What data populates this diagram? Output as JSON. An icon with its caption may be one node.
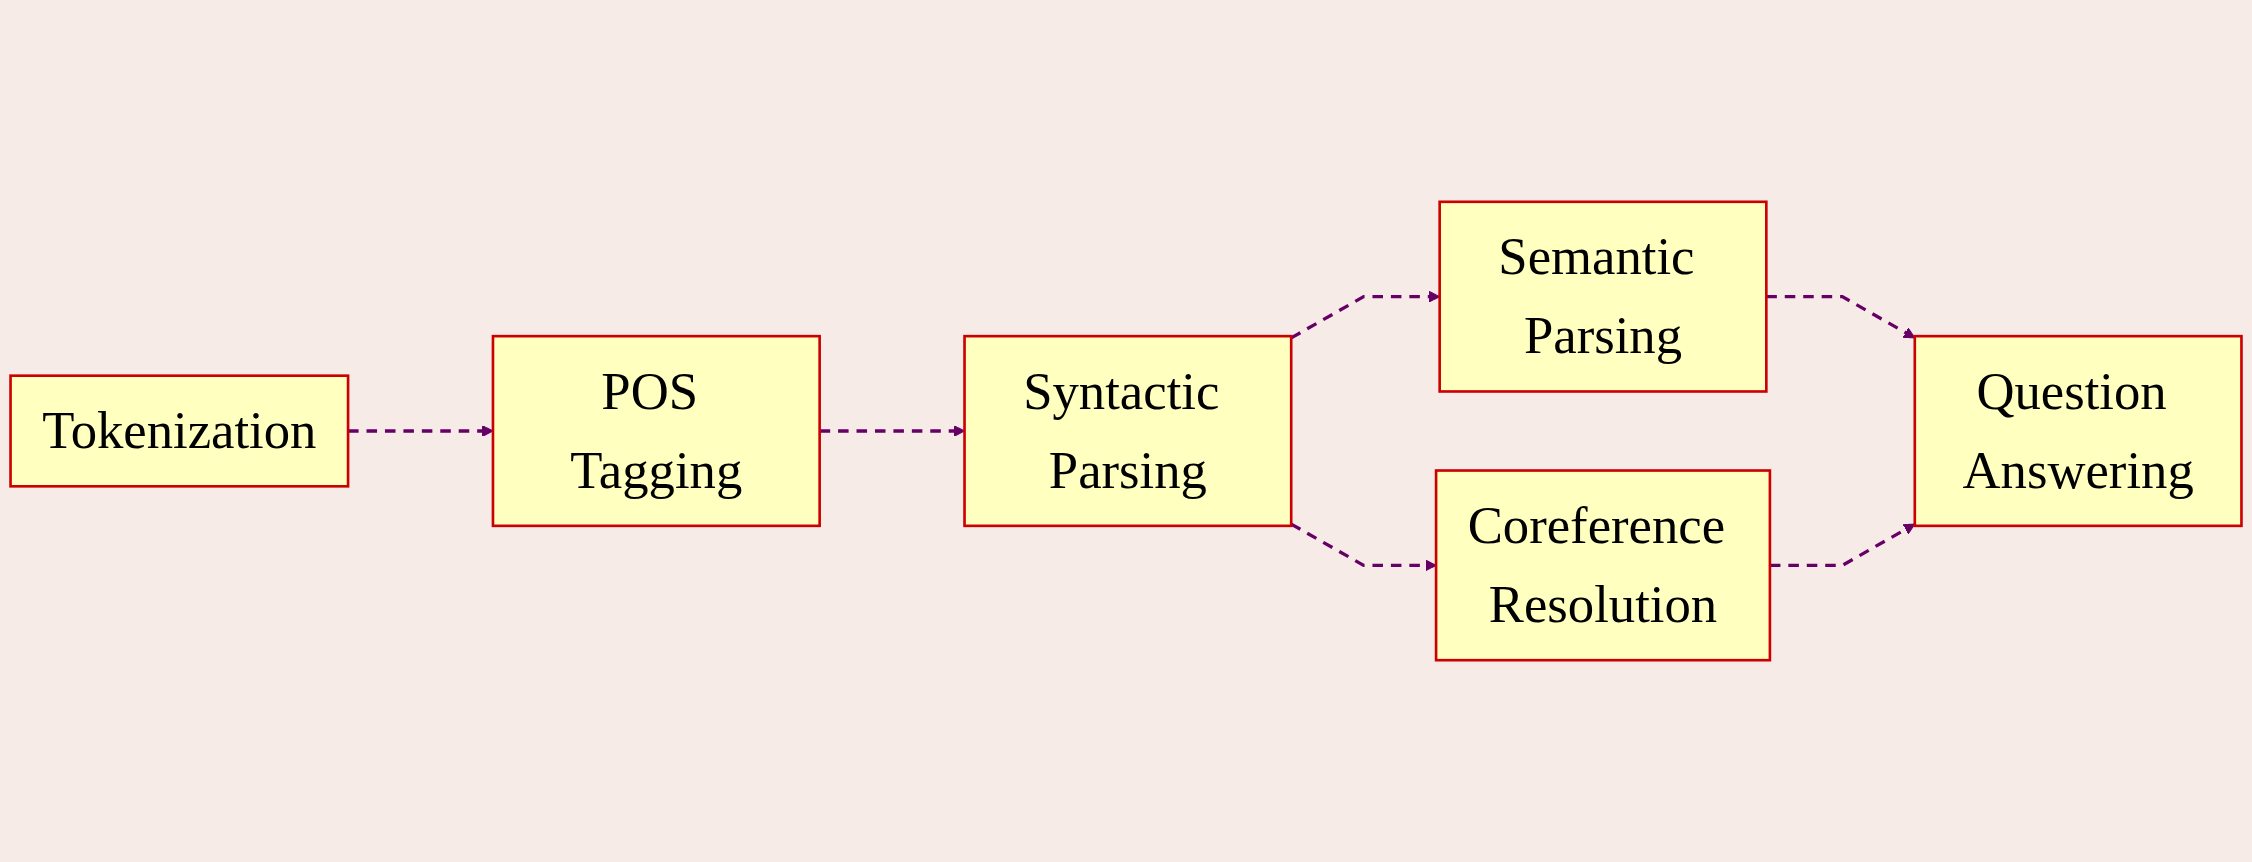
{
  "diagram": {
    "nodes": [
      {
        "text": [
          "Tokenization"
        ]
      },
      {
        "text": [
          "POS Tagging"
        ]
      },
      {
        "text": [
          "Syntactic Parsing"
        ]
      },
      {
        "text": [
          "Semantic Parsing"
        ]
      },
      {
        "text": [
          "Coreference Resolution"
        ]
      },
      {
        "text": [
          "Question Answering"
        ]
      }
    ],
    "edges": [
      {
        "from": 0,
        "to": 1,
        "arrow": "to",
        "style": "dashed"
      },
      {
        "from": 1,
        "to": 2,
        "arrow": "to",
        "style": "dashed"
      },
      {
        "from": 2,
        "to": 3,
        "arrow": "to",
        "style": "dashed"
      },
      {
        "from": 2,
        "to": 4,
        "arrow": "to",
        "style": "dashed"
      },
      {
        "from": 3,
        "to": 5,
        "arrow": "to",
        "style": "dashed"
      },
      {
        "from": 4,
        "to": 5,
        "arrow": "to",
        "style": "dashed"
      }
    ]
  }
}
